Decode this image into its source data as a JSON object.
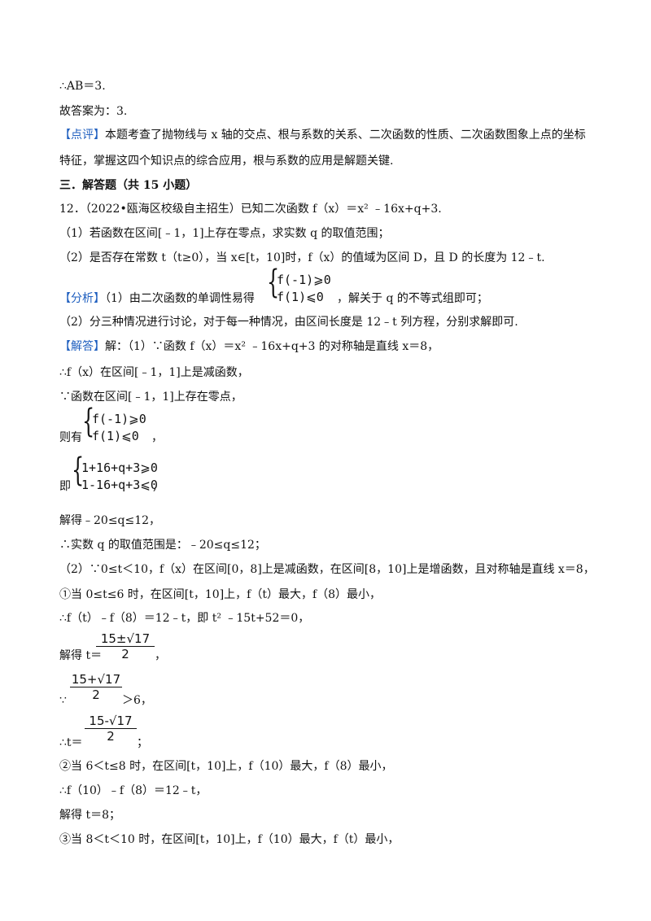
{
  "lines": {
    "l1": "∴AB＝3.",
    "l2": "故答案为：3.",
    "l3_tag": "【点评】",
    "l3_text": "本题考查了抛物线与 x 轴的交点、根与系数的关系、二次函数的性质、二次函数图象上点的坐标",
    "l4": "特征，掌握这四个知识点的综合应用，根与系数的应用是解题关键.",
    "l5": "三．解答题（共 15 小题）",
    "l6": "12．（2022•瓯海区校级自主招生）已知二次函数 f（x）＝x² ﹣16x+q+3.",
    "l7": "（1）若函数在区间[﹣1，1]上存在零点，求实数 q 的取值范围；",
    "l8": "（2）是否存在常数 t（t≥0），当 x∈[t，10]时，f（x）的值域为区间 D，且 D 的长度为 12﹣t.",
    "l9_tag": "【分析】",
    "l9_a": "（1）由二次函数的单调性易得",
    "l9_b": "，解关于 q 的不等式组即可；",
    "l9_sys1": "f(-1)⩾0",
    "l9_sys2": "f(1)⩽0",
    "l10": "（2）分三种情况进行讨论，对于每一种情况，由区间长度是 12﹣t 列方程，分别求解即可.",
    "l11_tag": "【解答】",
    "l11_text": "解：（1）∵函数 f（x）＝x² ﹣16x+q+3 的对称轴是直线 x＝8，",
    "l12": "∴f（x）在区间[﹣1，1]上是减函数，",
    "l13": "∵函数在区间[﹣1，1]上存在零点，",
    "l14_pre": "则有",
    "l14_sys1": "f(-1)⩾0",
    "l14_sys2": "f(1)⩽0",
    "l14_post": "，",
    "l15_pre": "即",
    "l15_sys1": "1+16+q+3⩾0",
    "l15_sys2": "1-16+q+3⩽0",
    "l15_post": ",",
    "l16": "解得﹣20≤q≤12，",
    "l17": "∴实数 q 的取值范围是：﹣20≤q≤12；",
    "l18": "（2）∵0≤t＜10，f（x）在区间[0，8]上是减函数，在区间[8，10]上是增函数，且对称轴是直线 x＝8，",
    "l19": "①当 0≤t≤6 时，在区间[t，10]上，f（t）最大，f（8）最小，",
    "l20": "∴f（t）﹣f（8）＝12﹣t，即 t² ﹣15t+52＝0，",
    "l21_pre": "解得 t＝",
    "l21_num": "15±√17",
    "l21_den": "2",
    "l21_post": "，",
    "l22_pre": "∵",
    "l22_num": "15+√17",
    "l22_den": "2",
    "l22_post": "＞6，",
    "l23_pre": "∴t＝",
    "l23_num": "15-√17",
    "l23_den": "2",
    "l23_post": "；",
    "l24": "②当 6＜t≤8 时，在区间[t，10]上，f（10）最大，f（8）最小，",
    "l25": "∴f（10）﹣f（8）＝12﹣t，",
    "l26": "解得 t＝8；",
    "l27": "③当 8＜t＜10 时，在区间[t，10]上，f（10）最大，f（t）最小，"
  }
}
